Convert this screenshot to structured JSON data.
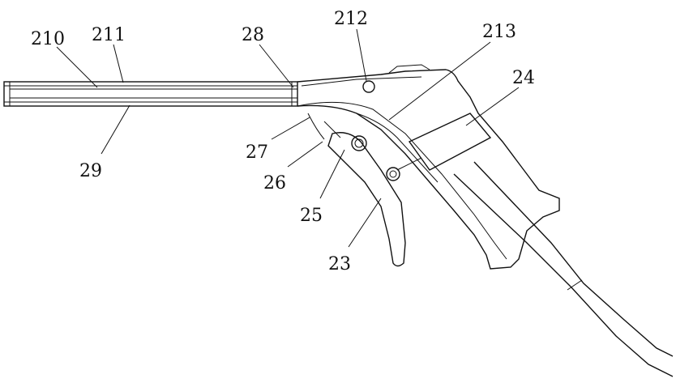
{
  "figure": {
    "labels": {
      "l210": "210",
      "l211": "211",
      "l28": "28",
      "l212": "212",
      "l213": "213",
      "l24": "24",
      "l29": "29",
      "l27": "27",
      "l26": "26",
      "l25": "25",
      "l23": "23"
    }
  }
}
